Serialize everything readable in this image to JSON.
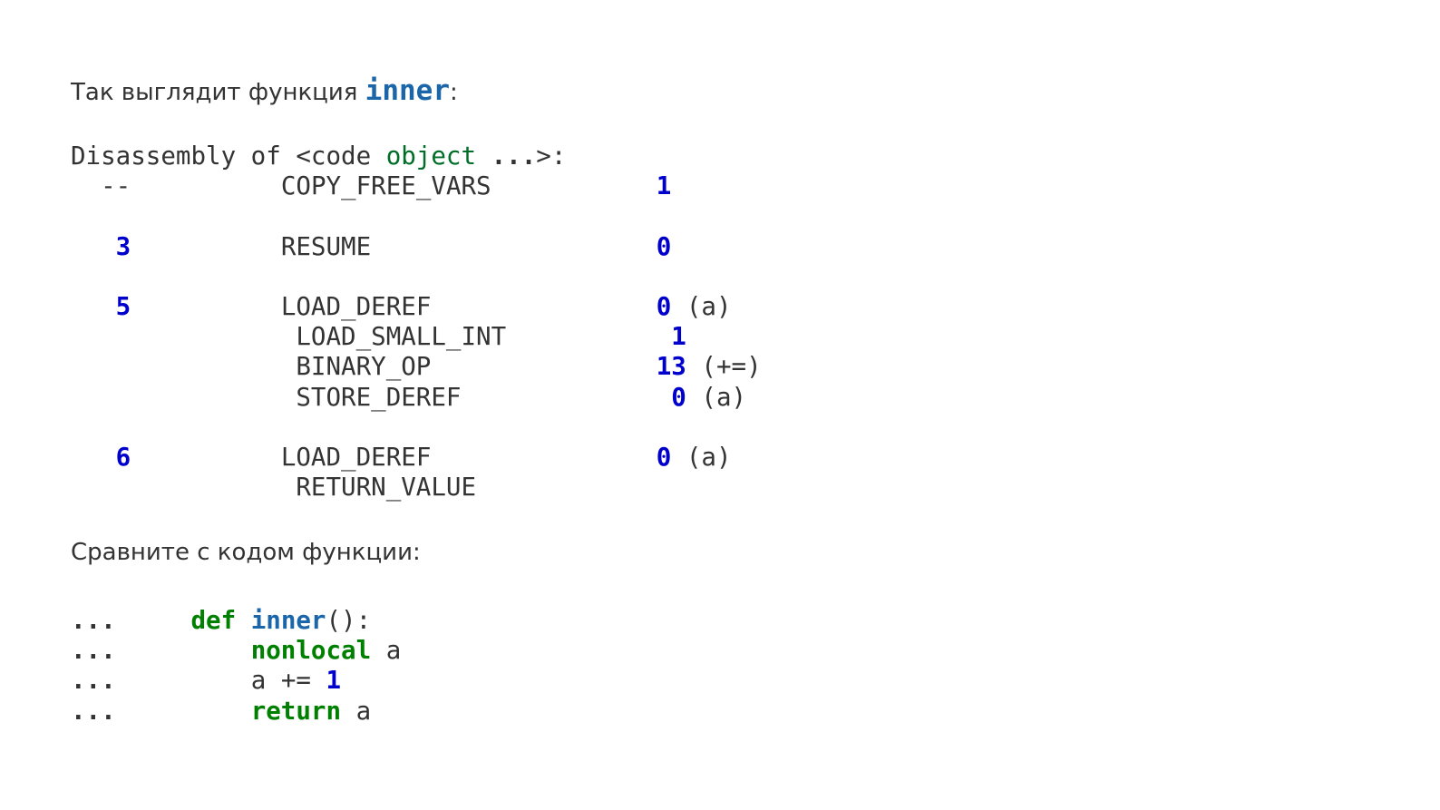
{
  "intro": {
    "text": "Так выглядит функция ",
    "code": "inner",
    "suffix": ":"
  },
  "disassembly": {
    "header": {
      "prefix": "Disassembly of <code ",
      "object": "object",
      "ellipsis": " ...",
      "suffix": ">:"
    },
    "rows": [
      {
        "line": "--",
        "op": "COPY_FREE_VARS",
        "arg": "1",
        "note": ""
      },
      {
        "line": "3",
        "op": "RESUME",
        "arg": "0",
        "note": ""
      },
      {
        "line": "5",
        "op": "LOAD_DEREF",
        "arg": "0",
        "note": "(a)"
      },
      {
        "line": "",
        "op": "LOAD_SMALL_INT",
        "arg": "1",
        "note": ""
      },
      {
        "line": "",
        "op": "BINARY_OP",
        "arg": "13",
        "note": "(+=)"
      },
      {
        "line": "",
        "op": "STORE_DEREF",
        "arg": "0",
        "note": "(a)"
      },
      {
        "line": "6",
        "op": "LOAD_DEREF",
        "arg": "0",
        "note": "(a)"
      },
      {
        "line": "",
        "op": "RETURN_VALUE",
        "arg": "",
        "note": ""
      }
    ]
  },
  "compare": {
    "text": "Сравните с кодом функции:"
  },
  "source": {
    "prompt": "...",
    "lines": [
      {
        "kw": "def",
        "name": "inner",
        "rest": "():"
      },
      {
        "kw": "nonlocal",
        "rest": " a"
      },
      {
        "pre": "a ",
        "op": "+=",
        "num": "1"
      },
      {
        "kw": "return",
        "rest": " a"
      }
    ]
  },
  "colors": {
    "number": "#0000cc",
    "keyword": "#008000",
    "function_name": "#1a66a8",
    "name": "#006e28",
    "text": "#333333"
  }
}
